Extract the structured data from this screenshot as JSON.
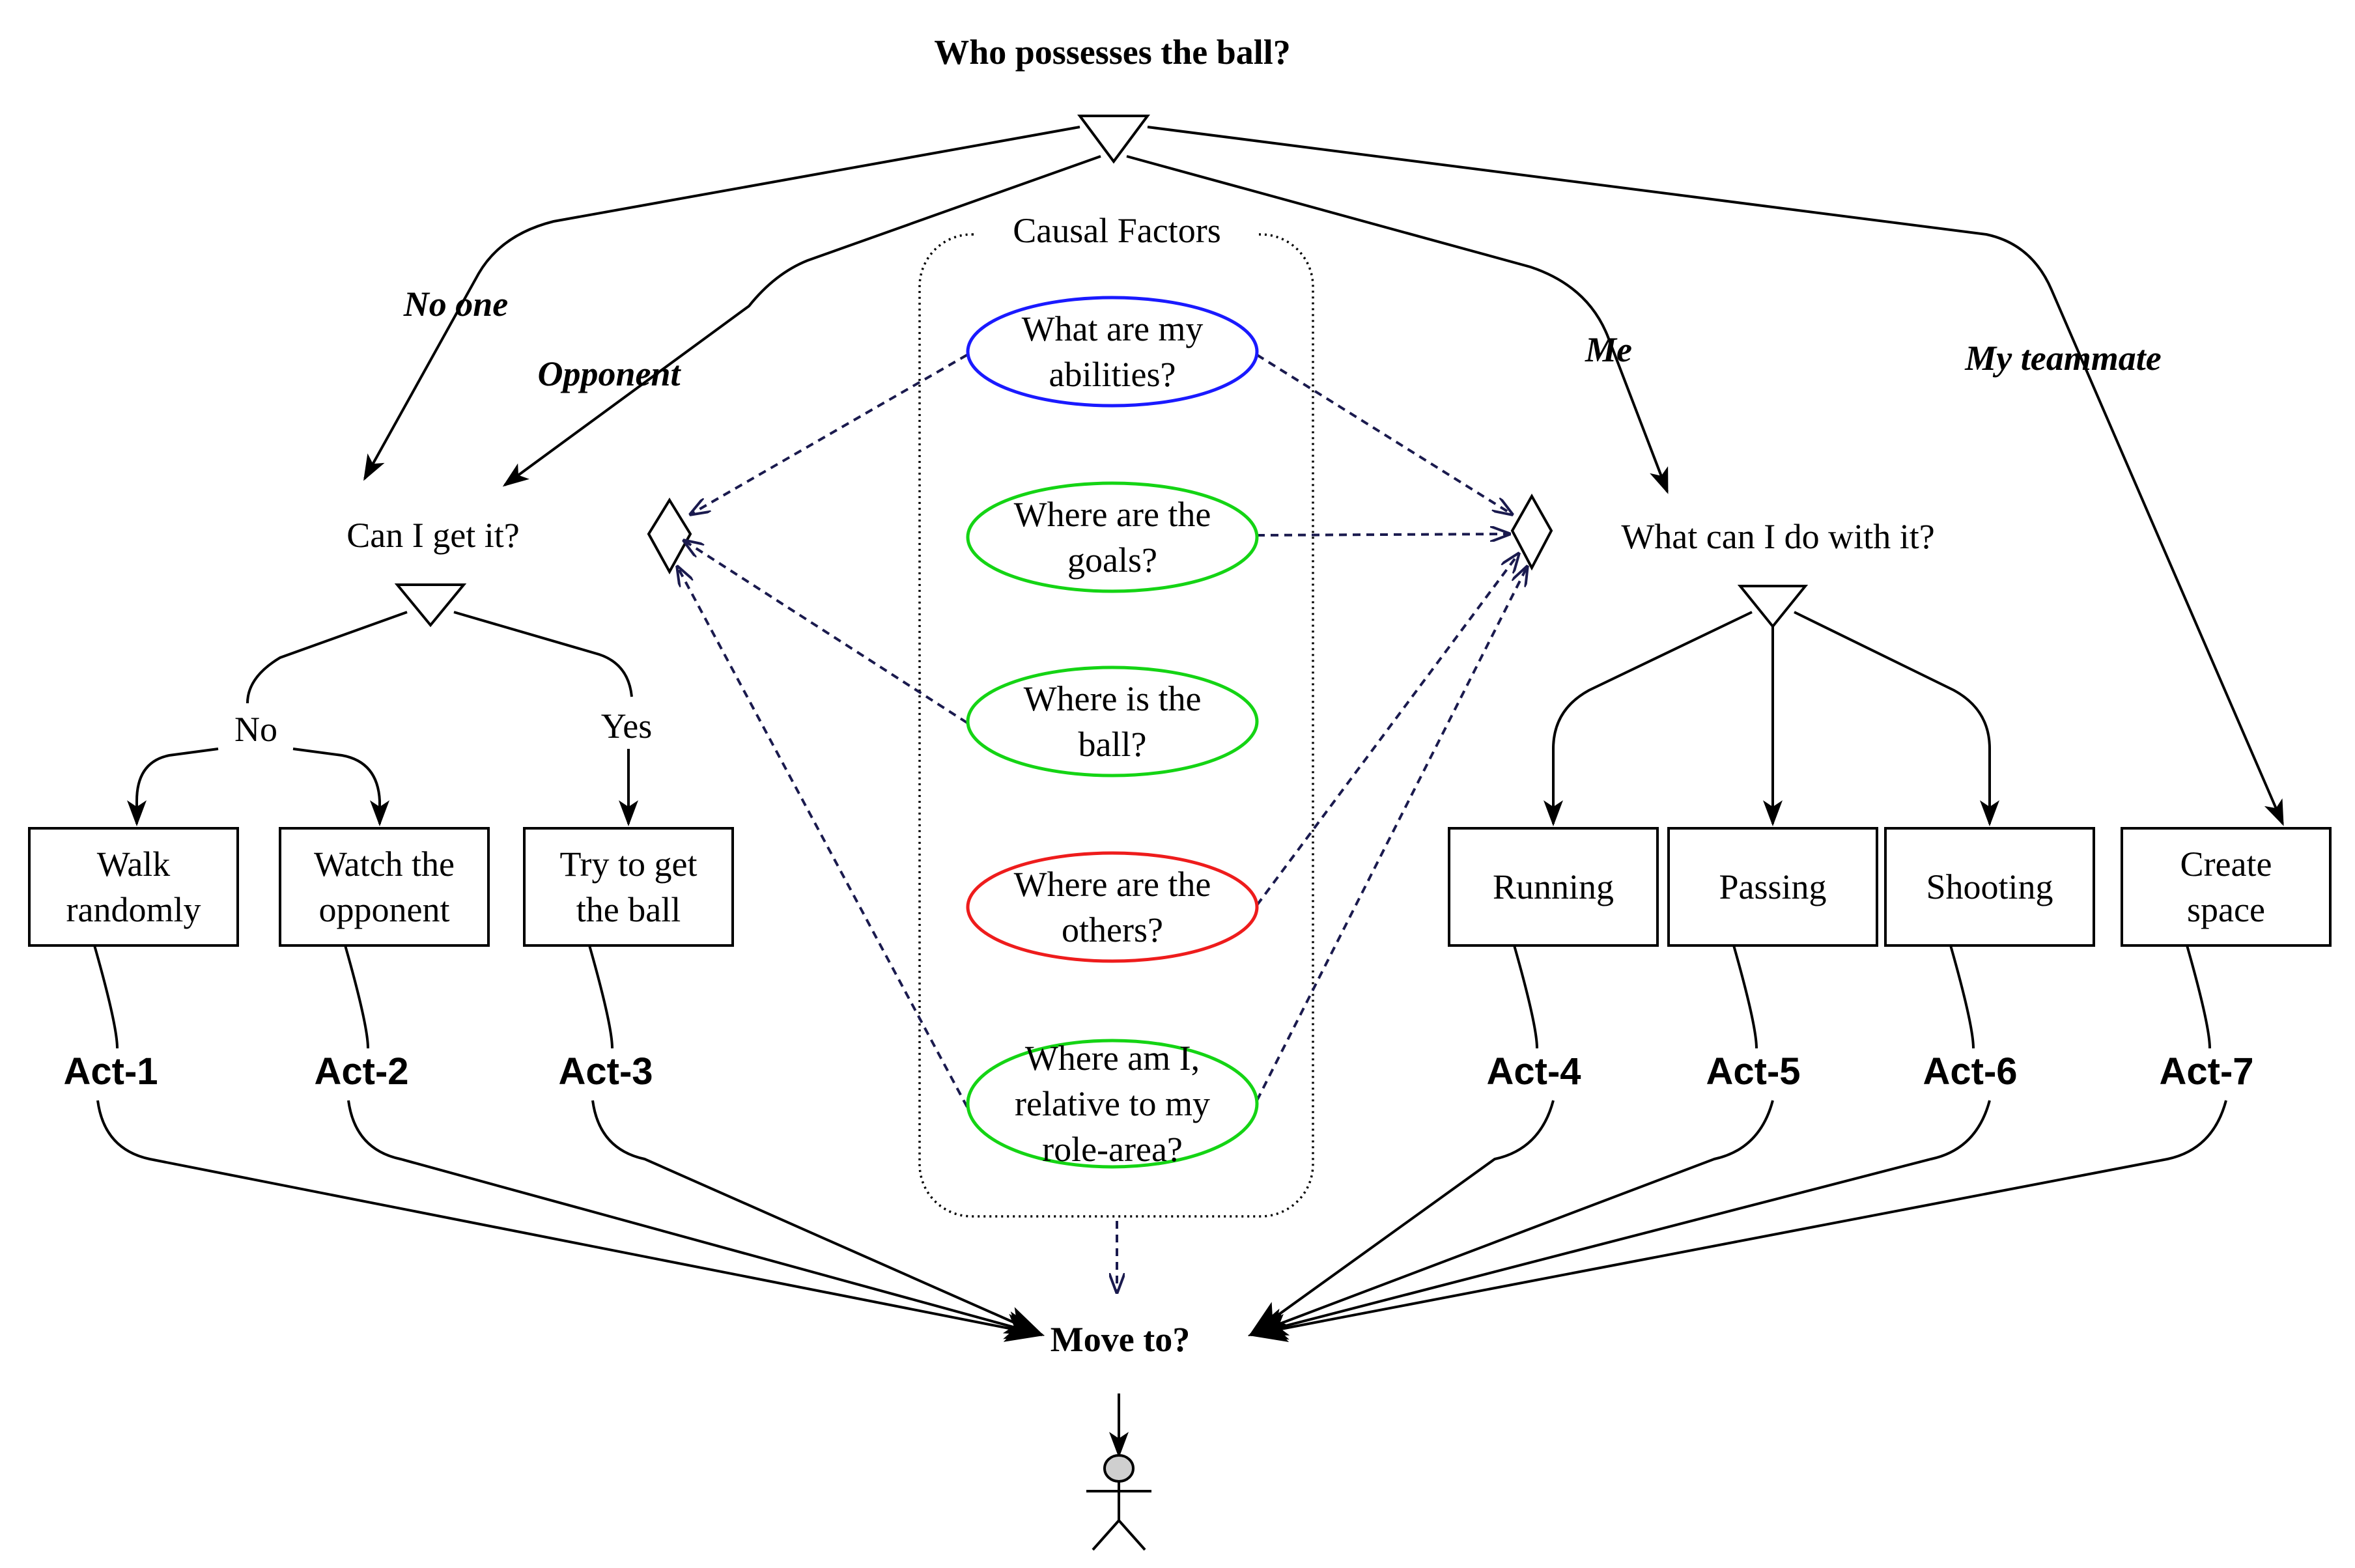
{
  "title": "Who possesses the ball?",
  "branches": {
    "no_one": "No one",
    "opponent": "Opponent",
    "me": "Me",
    "teammate": "My teammate"
  },
  "left_question": "Can I get it?",
  "left_answers": {
    "no": "No",
    "yes": "Yes"
  },
  "right_question": "What can I do with it?",
  "causal_factors": {
    "label": "Causal Factors",
    "items": [
      {
        "lines": [
          "What are my",
          "abilities?"
        ],
        "color": "#1a1aff"
      },
      {
        "lines": [
          "Where are the",
          "goals?"
        ],
        "color": "#14d414"
      },
      {
        "lines": [
          "Where is the",
          "ball?"
        ],
        "color": "#14d414"
      },
      {
        "lines": [
          "Where are the",
          "others?"
        ],
        "color": "#ee1c1c"
      },
      {
        "lines": [
          "Where am I,",
          "relative to my",
          "role-area?"
        ],
        "color": "#14d414"
      }
    ]
  },
  "actions": [
    {
      "lines": [
        "Walk",
        "randomly"
      ],
      "act": "Act-1"
    },
    {
      "lines": [
        "Watch the",
        "opponent"
      ],
      "act": "Act-2"
    },
    {
      "lines": [
        "Try to get",
        "the ball"
      ],
      "act": "Act-3"
    },
    {
      "lines": [
        "Running"
      ],
      "act": "Act-4"
    },
    {
      "lines": [
        "Passing"
      ],
      "act": "Act-5"
    },
    {
      "lines": [
        "Shooting"
      ],
      "act": "Act-6"
    },
    {
      "lines": [
        "Create",
        "space"
      ],
      "act": "Act-7"
    }
  ],
  "final_question": "Move to?",
  "icons": [
    "triangle-gateway-icon",
    "diamond-gateway-icon",
    "stick-figure-icon"
  ]
}
